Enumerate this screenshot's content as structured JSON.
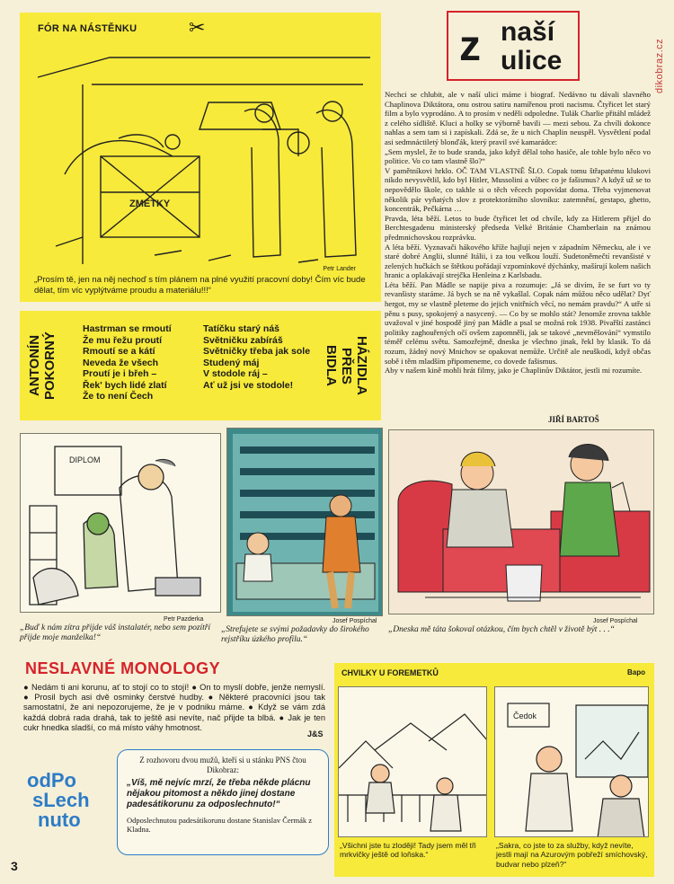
{
  "side_watermark": "dikobraz.cz",
  "page_number": "3",
  "nastenka": {
    "title": "FÓR NA NÁSTĚNKU",
    "crate_label": "ZMETKY",
    "credit": "Petr Lander",
    "caption": "„Prosím tě, jen na něj nechoď s tím plánem na plné využití pracovní doby! Čím víc bude dělat, tím víc vyplýtváme proudu a materiálu!!!“"
  },
  "article": {
    "title_z": "z",
    "title_line1": "naší",
    "title_line2": "ulice",
    "body": "Nechci se chlubit, ale v naší ulici máme i biograf. Nedávno tu dávali slavného Chaplinova Diktátora, onu ostrou satiru namířenou proti nacismu. Čtyřicet let starý film a bylo vyprodáno. A to prosím v neděli odpoledne. Tulák Charlie přitáhl mládež z celého sídliště. Kluci a holky se výborně bavili — mezi sebou. Za chvíli dokonce nahlas a sem tam si i zapískali. Zdá se, že u nich Chaplin neuspěl. Vysvětlení podal asi sedmnáctiletý blonďák, který pravil své kamarádce:\n„Sem myslel, že to bude sranda, jako když dělal toho hasiče, ale tohle bylo něco vo politice. Vo co tam vlastně šlo?“\nV pamětníkovi hrklo. OČ TAM VLASTNĚ ŠLO. Copak tomu štřapatému klukovi nikdo nevysvětlil, kdo byl Hitler, Mussolini a vůbec co je fašismus? A když už se to nepovědělo škole, co takhle si o těch věcech popovídat doma. Třeba vyjmenovat několik pár vyňatých slov z protektorátního slovníku: zatemnění, gestapo, ghetto, koncentrák, Pečkárna …\nPravda, léta běží. Letos to bude čtyřicet let od chvíle, kdy za Hitlerem přijel do Berchtesgadenu ministerský předseda Velké Británie Chamberlain na známou předmnichovskou rozprávku.\nA léta běží. Vyznavači hákového kříže hajlují nejen v západním Německu, ale i ve staré dobré Anglii, slunné Itálii, i za tou velkou louží. Sudetoněmečtí revanšisté v zelených hučkách se štětkou pořádají vzpomínkové dýchánky, mašírují kolem našich hranic a oplakávají strejčka Henleina z Karlsbadu.\nLéta běží. Pan Mádle se napije piva a rozumuje: „Já se divím, že se furt vo ty revanšisty staráme. Já bych se na ně vykašlal. Copak nám můžou něco udělat? Dyť hergot, my se vlastně pleteme do jejich vnitřních věcí, no nemám pravdu?“ A utře si pěnu s pusy, spokojený a nasycený. — Co by se mohlo stát? Jenomže zrovna takhle uvažoval v jiné hospodě jiný pan Mádle a psal se možná rok 1938. Pivařští zastánci politiky zaghouřených očí ovšem zapomněli, jak se takové „nevměšování“ vymstilo téměř celému světu. Samozřejmě, dneska je všechno jinak, řekl by klasik. To dá rozum, žádný nový Mnichov se opakovat nemůže. Určitě ale neuškodí, když občas sobě i těm mladším připomeneme, co dovede fašismus.\nAby v našem kině mohli hrát filmy, jako je Chaplinův Diktátor, jestli mi rozumíte.",
    "author": "JIŘÍ BARTOŠ"
  },
  "poem": {
    "author_vertical": "ANTONÍN\nPOKORNÝ",
    "col1": "Hastrman se rmoutí\nŽe mu řežu proutí\nRmoutí se a kátí\nNeveda že všech\nProutí je i břeh –\nŘek' bych lidé zlatí\nŽe to není Čech",
    "col2": "Tatíčku starý náš\nSvětničku zabíráš\nSvětničky třeba jak sole\nStudený máj\nV stodole ráj –\nAť už jsi ve stodole!",
    "title_vertical": "HÁZIDLA\nPŘES\nBIDLA"
  },
  "cartoons": {
    "c1_credit": "Petr Pazderka",
    "c1_sign": "DIPLOM",
    "c1_caption": "„Buď k nám zítra přijde váš instalatér, nebo sem pozítří přijde moje manželka!“",
    "c2_credit": "Josef Pospíchal",
    "c2_caption": "„Strefujete se svými požadavky do širokého rejstříku úzkého profilu.“",
    "c3_credit": "Josef Pospíchal",
    "c3_caption": "„Dneska mě táta šokoval otázkou, čím bych chtěl v životě být . . .“"
  },
  "monology": {
    "title": "NESLAVNÉ MONOLOGY",
    "text": "● Nedám ti ani korunu, ať to stojí co to stojí! ● On to myslí dobře, jenže nemyslí. ● Prosil bych asi dvě osminky čerstvé hudby. ● Některé pracovníci jsou tak samostatní, že ani nepozorujeme, že je v podniku máme. ● Když se vám zdá každá dobrá rada drahá, tak to ještě asi nevíte, nač přijde ta blbá. ● Jak je ten cukr hnedka sladší, co má místo váhy hmotnost.",
    "signature": "J&S"
  },
  "odposlechnuto": {
    "logo1": "odPo",
    "logo2": "sLech",
    "logo3": "nuto",
    "intro": "Z rozhovoru dvou mužů, kteří si u stánku PNS čtou Dikobraz:",
    "quote": "„Víš, mě nejvíc mrzí, že třeba někde plácnu nějakou pitomost a někdo jinej dostane padesátikorunu za odposlechnuto!“",
    "footer": "Odposlechnutou padesátikorunu dostane Stanislav Čermák z Kladna."
  },
  "chvilky": {
    "title": "CHVILKY U FOREMETKŮ",
    "credit": "Bapo",
    "sign": "Čedok",
    "caption1": "„Všichni jste tu zloději! Tady jsem měl tři mrkvičky ještě od loňska.“",
    "caption2": "„Sakra, co jste to za služby, když nevíte, jestli mají na Azurovým pobřeží smíchovský, budvar nebo plzeň?“"
  },
  "colors": {
    "yellow": "#f7ea3a",
    "red": "#d5232b",
    "blue": "#2d7cc6",
    "paper": "#f6f0d8"
  }
}
